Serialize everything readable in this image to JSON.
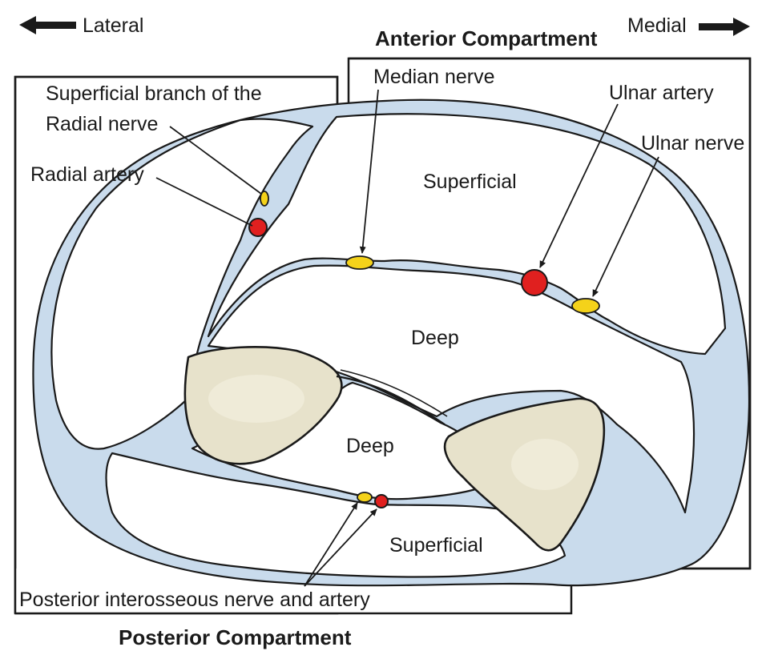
{
  "orientation": {
    "lateral": "Lateral",
    "medial": "Medial"
  },
  "compartments": {
    "anterior": "Anterior Compartment",
    "posterior": "Posterior Compartment"
  },
  "regions": {
    "anterior_superficial": "Superficial",
    "anterior_deep": "Deep",
    "posterior_deep": "Deep",
    "posterior_superficial": "Superficial"
  },
  "structures": {
    "superficial_radial_line1": "Superficial branch of the",
    "superficial_radial_line2": "Radial nerve",
    "radial_artery": "Radial artery",
    "median_nerve": "Median nerve",
    "ulnar_artery": "Ulnar artery",
    "ulnar_nerve": "Ulnar nerve",
    "posterior_interosseous": "Posterior interosseous nerve and artery"
  },
  "colors": {
    "fascia": "#c9dbec",
    "bone": "#e7e2cb",
    "nerve": "#f4d21a",
    "artery": "#e0201f"
  }
}
